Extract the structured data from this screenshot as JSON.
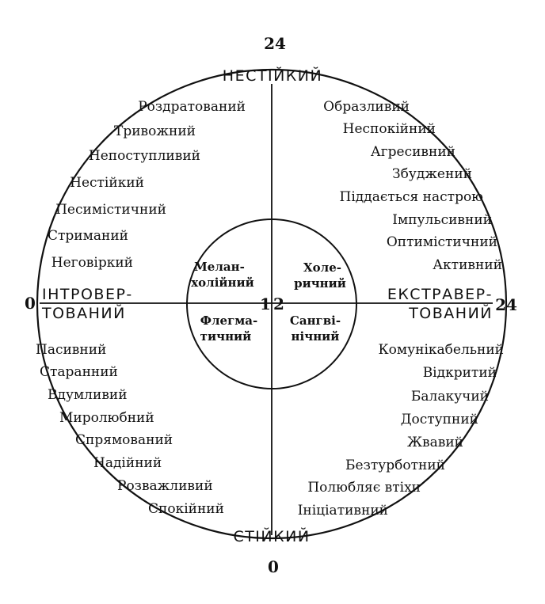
{
  "scale": {
    "top": "24",
    "bottom": "0",
    "left": "0",
    "right": "24",
    "center_left": "1",
    "center_right": "2"
  },
  "axes": {
    "top": "НЕСТІЙКИЙ",
    "bottom": "СТІЙКИЙ",
    "left_line1": "ІНТРОВЕР-",
    "left_line2": "ТОВАНИЙ",
    "right_line1": "ЕКСТРАВЕР-",
    "right_line2": "ТОВАНИЙ"
  },
  "temperaments": {
    "melancholic_1": "Мелан-",
    "melancholic_2": "холійний",
    "choleric_1": "Холе-",
    "choleric_2": "ричний",
    "phlegmatic_1": "Флегма-",
    "phlegmatic_2": "тичний",
    "sanguine_1": "Сангві-",
    "sanguine_2": "нічний"
  },
  "traits": {
    "upper_left": [
      "Роздратований",
      "Тривожний",
      "Непоступливий",
      "Нестійкий",
      "Песимістичний",
      "Стриманий",
      "Неговіркий"
    ],
    "upper_right": [
      "Образливий",
      "Неспокійний",
      "Агресивний",
      "Збуджений",
      "Піддається настрою",
      "Імпульсивний",
      "Оптимістичний",
      "Активний"
    ],
    "lower_left": [
      "Пасивний",
      "Старанний",
      "Вдумливий",
      "Миролюбний",
      "Спрямований",
      "Надійний",
      "Розважливий",
      "Спокійний"
    ],
    "lower_right": [
      "Комунікабельний",
      "Відкритий",
      "Балакучий",
      "Доступний",
      "Жвавий",
      "Безтурботний",
      "Полюбляє втіхи",
      "Ініціативний"
    ]
  }
}
